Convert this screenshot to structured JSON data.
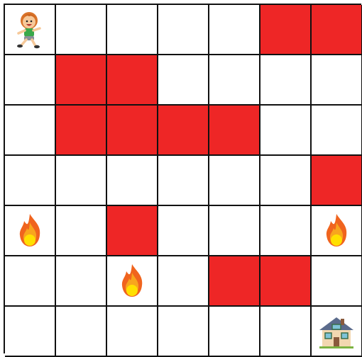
{
  "game": {
    "rows": 7,
    "cols": 7,
    "colors": {
      "blocked": "#ee2626",
      "empty": "#ffffff",
      "grid_line": "#111111"
    },
    "cells": [
      [
        "player",
        "empty",
        "empty",
        "empty",
        "empty",
        "blocked",
        "blocked"
      ],
      [
        "empty",
        "blocked",
        "blocked",
        "empty",
        "empty",
        "empty",
        "empty"
      ],
      [
        "empty",
        "blocked",
        "blocked",
        "blocked",
        "blocked",
        "empty",
        "empty"
      ],
      [
        "empty",
        "empty",
        "empty",
        "empty",
        "empty",
        "empty",
        "blocked"
      ],
      [
        "fire",
        "empty",
        "blocked",
        "empty",
        "empty",
        "empty",
        "fire"
      ],
      [
        "empty",
        "empty",
        "fire",
        "empty",
        "blocked",
        "blocked",
        "empty"
      ],
      [
        "empty",
        "empty",
        "empty",
        "empty",
        "empty",
        "empty",
        "house"
      ]
    ],
    "icons": {
      "player": "running-boy-icon",
      "fire": "fire-icon",
      "house": "house-icon"
    }
  }
}
